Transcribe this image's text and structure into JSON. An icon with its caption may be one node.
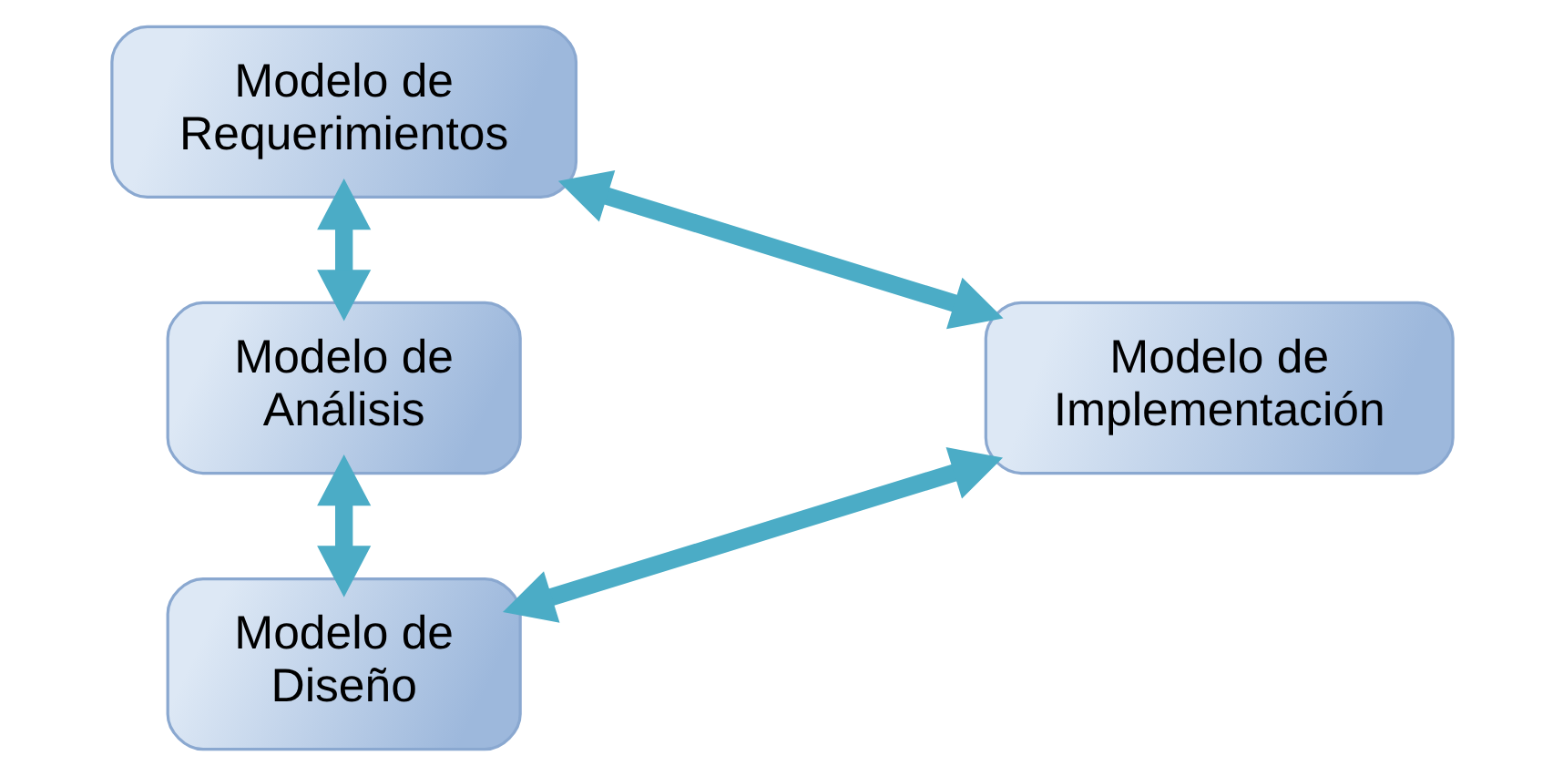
{
  "diagram": {
    "nodes": [
      {
        "text": [
          "Modelo de Requerimientos"
        ]
      },
      {
        "text": [
          "Modelo de Análisis"
        ]
      },
      {
        "text": [
          "Modelo de Diseño"
        ]
      },
      {
        "text": [
          "Modelo de Implementación"
        ]
      }
    ],
    "edges": [
      {
        "from": 0,
        "to": 1,
        "arrow": "both"
      },
      {
        "from": 1,
        "to": 2,
        "arrow": "both"
      },
      {
        "from": 2,
        "to": 3,
        "arrow": "both"
      },
      {
        "from": 3,
        "to": 0,
        "arrow": "both"
      }
    ]
  }
}
